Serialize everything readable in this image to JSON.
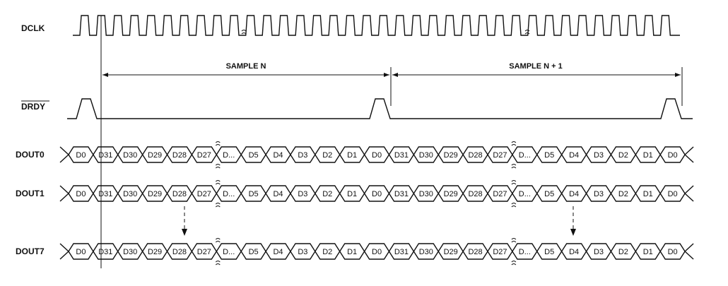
{
  "signals": {
    "dclk": "DCLK",
    "drdy": "DRDY",
    "dout0": "DOUT0",
    "dout1": "DOUT1",
    "dout7": "DOUT7"
  },
  "spans": {
    "sample_n": "SAMPLE N",
    "sample_n1": "SAMPLE N + 1"
  },
  "bit_cells": [
    "D0",
    "D31",
    "D30",
    "D29",
    "D28",
    "D27",
    "D...",
    "D5",
    "D4",
    "D3",
    "D2",
    "D1",
    "D0",
    "D31",
    "D30",
    "D29",
    "D28",
    "D27",
    "D...",
    "D5",
    "D4",
    "D3",
    "D2",
    "D1",
    "D0"
  ]
}
